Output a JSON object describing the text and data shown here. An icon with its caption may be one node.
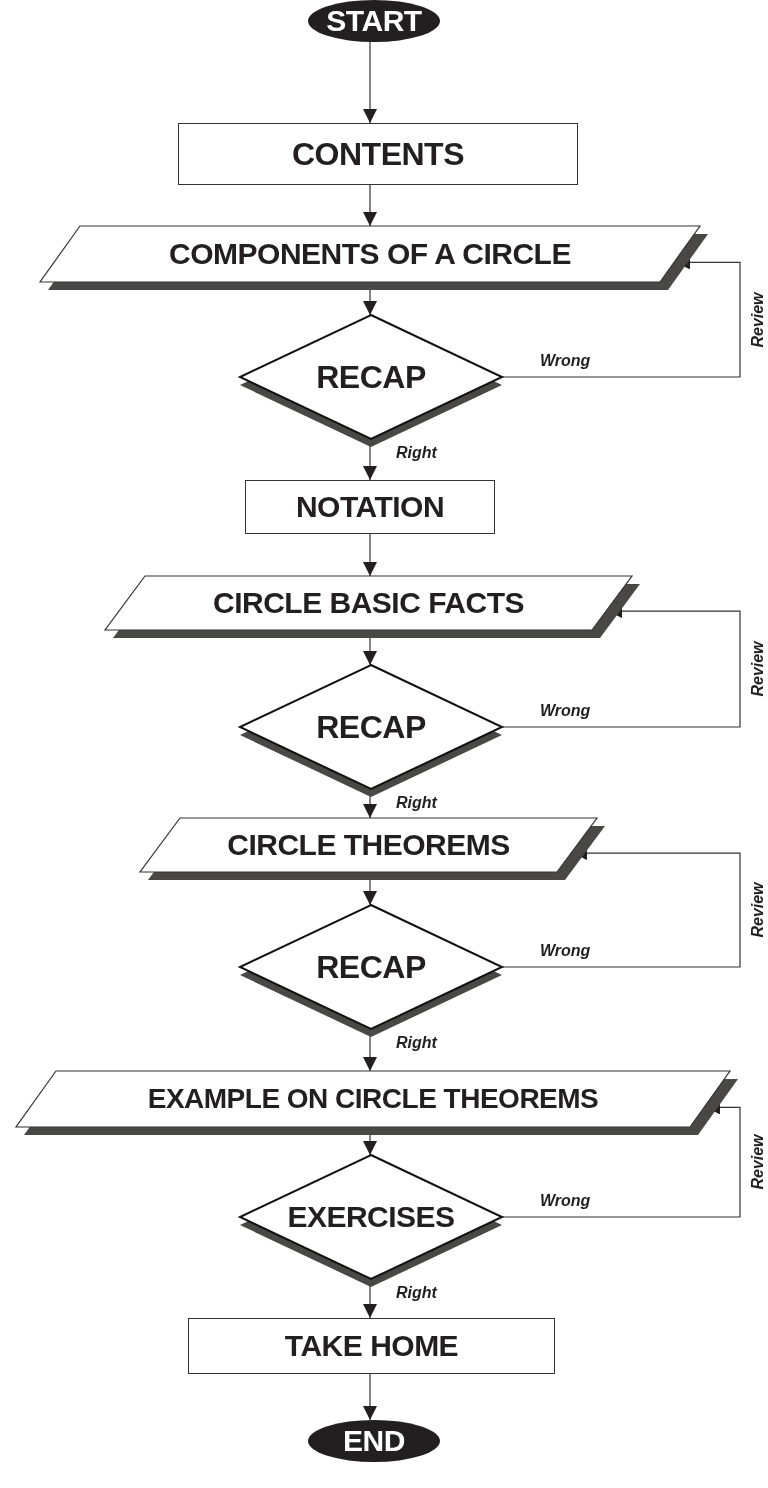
{
  "diagram": {
    "nodes": [
      {
        "text": [
          "START"
        ]
      },
      {
        "text": [
          "CONTENTS"
        ]
      },
      {
        "text": [
          "COMPONENTS OF A CIRCLE"
        ]
      },
      {
        "text": [
          "RECAP"
        ]
      },
      {
        "text": [
          "NOTATION"
        ]
      },
      {
        "text": [
          "CIRCLE BASIC FACTS"
        ]
      },
      {
        "text": [
          "RECAP"
        ]
      },
      {
        "text": [
          "CIRCLE THEOREMS"
        ]
      },
      {
        "text": [
          "RECAP"
        ]
      },
      {
        "text": [
          "EXAMPLE ON CIRCLE THEOREMS"
        ]
      },
      {
        "text": [
          "EXERCISES"
        ]
      },
      {
        "text": [
          "TAKE HOME"
        ]
      },
      {
        "text": [
          "END"
        ]
      }
    ],
    "edges": [
      {
        "from": 0,
        "to": 1,
        "arrow": "to"
      },
      {
        "from": 1,
        "to": 2,
        "arrow": "to"
      },
      {
        "from": 2,
        "to": 3,
        "arrow": "to"
      },
      {
        "from": 3,
        "to": 2,
        "arrow": "to",
        "label": "Wrong"
      },
      {
        "from": 3,
        "to": 4,
        "arrow": "to",
        "label": "Right"
      },
      {
        "from": 4,
        "to": 5,
        "arrow": "to"
      },
      {
        "from": 5,
        "to": 6,
        "arrow": "to"
      },
      {
        "from": 6,
        "to": 5,
        "arrow": "to",
        "label": "Wrong"
      },
      {
        "from": 6,
        "to": 7,
        "arrow": "to",
        "label": "Right"
      },
      {
        "from": 7,
        "to": 8,
        "arrow": "to"
      },
      {
        "from": 8,
        "to": 7,
        "arrow": "to",
        "label": "Wrong"
      },
      {
        "from": 8,
        "to": 9,
        "arrow": "to",
        "label": "Right"
      },
      {
        "from": 9,
        "to": 10,
        "arrow": "to"
      },
      {
        "from": 10,
        "to": 9,
        "arrow": "to",
        "label": "Wrong"
      },
      {
        "from": 10,
        "to": 11,
        "arrow": "to",
        "label": "Right"
      },
      {
        "from": 11,
        "to": 12,
        "arrow": "to"
      }
    ],
    "labels": [
      "Review",
      "Review",
      "Review",
      "Review"
    ]
  }
}
